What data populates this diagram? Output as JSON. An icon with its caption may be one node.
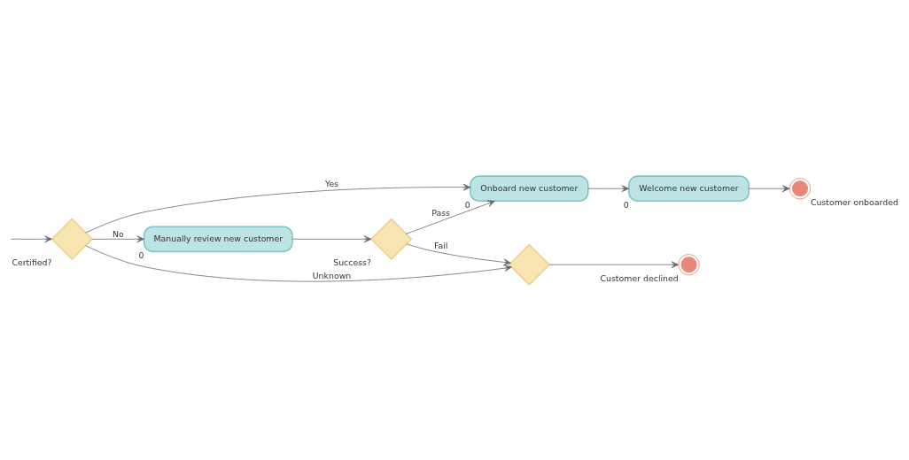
{
  "diagram": {
    "nodes": [
      {
        "text": [],
        "shape": "diamond",
        "beside": [
          "Certified?"
        ]
      },
      {
        "text": [
          "Manually review new customer"
        ],
        "beside": [
          "0"
        ]
      },
      {
        "text": [],
        "shape": "diamond",
        "beside": [
          "Success?"
        ]
      },
      {
        "text": [
          "Onboard new customer"
        ],
        "beside": [
          "0"
        ]
      },
      {
        "text": [
          "Welcome new customer"
        ],
        "beside": [
          "0"
        ]
      },
      {
        "text": [],
        "shape": "diamond"
      },
      {
        "text": [],
        "shape": "circle",
        "beside": [
          "Customer onboarded"
        ]
      },
      {
        "text": [],
        "shape": "circle",
        "beside": [
          "Customer declined"
        ]
      }
    ],
    "edges": [
      {
        "from": null,
        "to": 0,
        "arrow": "to"
      },
      {
        "from": 0,
        "to": 3,
        "label": "Yes",
        "arrow": "to"
      },
      {
        "from": 0,
        "to": 1,
        "label": "No",
        "arrow": "to"
      },
      {
        "from": 0,
        "to": 5,
        "label": "Unknown",
        "arrow": "to"
      },
      {
        "from": 1,
        "to": 2,
        "arrow": "to"
      },
      {
        "from": 2,
        "to": 3,
        "label": "Pass",
        "arrow": "to"
      },
      {
        "from": 2,
        "to": 5,
        "label": "Fail",
        "arrow": "to"
      },
      {
        "from": 3,
        "to": 4,
        "arrow": "to"
      },
      {
        "from": 4,
        "to": 6,
        "arrow": "to"
      },
      {
        "from": 5,
        "to": 7,
        "arrow": "to"
      }
    ]
  }
}
